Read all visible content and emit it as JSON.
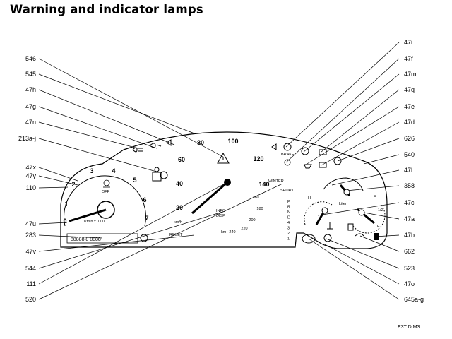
{
  "title": "Warning and indicator lamps",
  "left_labels": [
    "546",
    "545",
    "47h",
    "47g",
    "47n",
    "213a-j",
    "47x",
    "47y",
    "110",
    "47u",
    "283",
    "47v",
    "544",
    "111",
    "520"
  ],
  "right_labels": [
    "47i",
    "47f",
    "47m",
    "47q",
    "47e",
    "47d",
    "626",
    "540",
    "47l",
    "358",
    "47c",
    "47a",
    "47b",
    "662",
    "523",
    "47o",
    "645a-g"
  ],
  "speed_ticks": [
    "20",
    "40",
    "60",
    "80",
    "100",
    "120",
    "140",
    "160",
    "180",
    "200",
    "220",
    "240"
  ],
  "rpm_ticks": [
    "0",
    "1",
    "2",
    "3",
    "4",
    "5",
    "6",
    "7"
  ],
  "gear_letters": [
    "P",
    "R",
    "N",
    "D",
    "4",
    "3",
    "2",
    "1"
  ],
  "dial_text": {
    "rpm_unit": "1/min x1000",
    "speed_unit": "km/h",
    "off": "OFF",
    "winter": "WINTER",
    "sport": "SPORT",
    "brake": "BRAKE",
    "info": "INFO",
    "disp": "DISP",
    "km_unit": "km",
    "odometer": "88888 8 8888",
    "reset": "RESET",
    "temp_h": "H",
    "fuel_half": "1/2",
    "fuel_f": "F",
    "fuel_e": "E",
    "fuel_unit": "Liter"
  },
  "figure_code": "E3T D M3"
}
